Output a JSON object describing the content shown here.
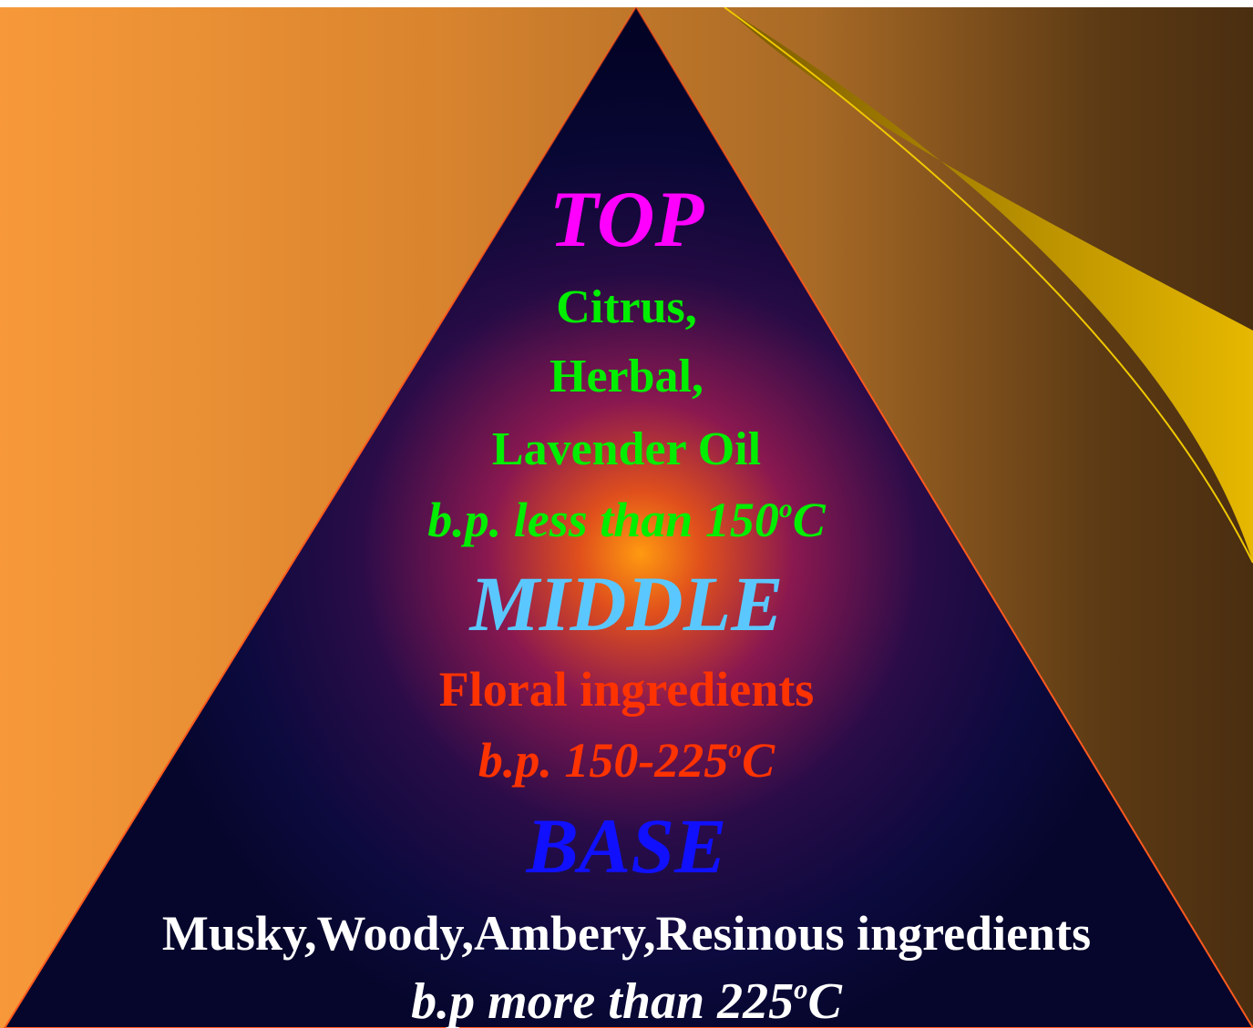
{
  "colors": {
    "background_left": "#f7993a",
    "background_right": "#4a2e10",
    "triangle_fill": "#0a0a40",
    "triangle_edge": "#ff5a1e",
    "glow": "#ff8c14",
    "swoosh": "#e0b000",
    "top_heading": "#ff00ff",
    "top_text": "#00ee00",
    "middle_heading": "#5ac8ff",
    "middle_text": "#ff3300",
    "base_heading": "#1010ff",
    "base_text": "#ffffff"
  },
  "pyramid": {
    "top": {
      "heading": "TOP",
      "items": [
        "Citrus,",
        "Herbal,",
        "Lavender Oil"
      ],
      "bp_prefix": "b.p. less than  150",
      "bp_sup": "o",
      "bp_suffix": "C"
    },
    "middle": {
      "heading": "MIDDLE",
      "items": [
        "Floral ingredients"
      ],
      "bp_prefix": "b.p. 150-225",
      "bp_sup": "o",
      "bp_suffix": "C"
    },
    "base": {
      "heading": "BASE",
      "items": [
        "Musky,Woody,Ambery,Resinous ingredients"
      ],
      "bp_prefix": "b.p more than  225",
      "bp_sup": "o",
      "bp_suffix": "C"
    }
  }
}
